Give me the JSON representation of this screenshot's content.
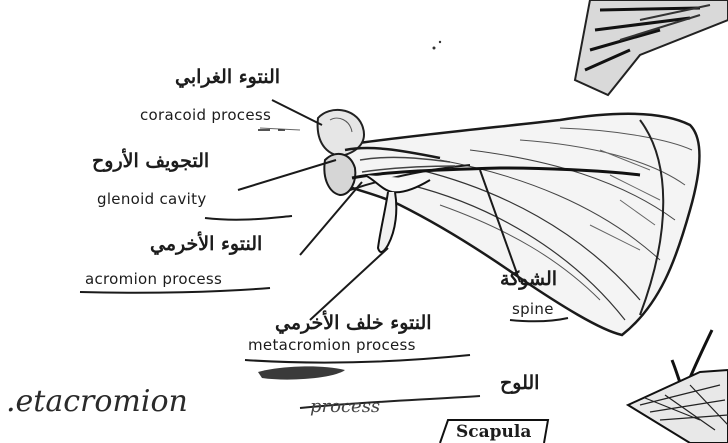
{
  "labels": {
    "coracoid_ar": "النتوء الغرابي",
    "coracoid_en": "coracoid process",
    "glenoid_ar": "التجويف الأروح",
    "glenoid_en": "glenoid cavity",
    "acromion_ar": "النتوء الأخرمي",
    "acromion_en": "acromion process",
    "metacromion_ar": "النتوء خلف الأخرمي",
    "metacromion_en": "metacromion process",
    "spine_ar": "الشوكة",
    "spine_en": "spine",
    "blade_ar": "اللوح",
    "scapula_en": "Scapula"
  },
  "handwriting": {
    "note_main": ".etacromion",
    "note_small": "process"
  },
  "colors": {
    "ink": "#1c1c1c",
    "paper": "#ffffff"
  }
}
